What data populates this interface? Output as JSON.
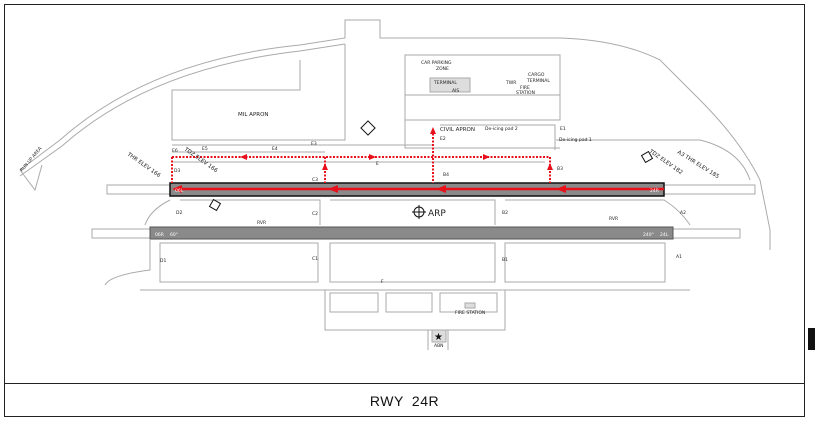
{
  "caption": "RWY 24R",
  "colors": {
    "route": "#e8101a",
    "runway": "#8a8a8a",
    "outline": "#aaaaaa"
  },
  "areas": {
    "car_parking": "CAR PARKING",
    "zone": "ZONE",
    "terminal": "TERMINAL",
    "ais": "AIS",
    "twr": "TWR",
    "cargo": "CARGO",
    "cargo_terminal": "TERMINAL",
    "fire": "FIRE",
    "station": "STATION",
    "mil_apron": "MIL APRON",
    "civil_apron": "CIVIL APRON",
    "deicing_pad_2": "De-icing pad 2",
    "deicing_pad_1": "De-icing pad 1",
    "fire_station": "FIRE STATION",
    "abn": "ABN",
    "arp": "ARP",
    "run_up_area": "RUN UP AREA"
  },
  "elevations": {
    "thr_06": "THR ELEV 166",
    "tdz_06": "TDZ ELEV 166",
    "tdz_24": "TDZ ELEV 182",
    "thr_24": "A3 THR ELEV 185"
  },
  "runways": {
    "r06l": "06L",
    "r24r": "24R",
    "r06r": "06R",
    "r24l": "24L",
    "hdg_60": "60°",
    "hdg_240": "240°",
    "rvr": "RVR"
  },
  "taxiways": [
    "E6",
    "E5",
    "E4",
    "E3",
    "E2",
    "E1",
    "E",
    "D3",
    "D2",
    "D1",
    "C3",
    "C2",
    "C1",
    "B4",
    "B3",
    "B2",
    "B1",
    "A2",
    "A1",
    "F"
  ]
}
